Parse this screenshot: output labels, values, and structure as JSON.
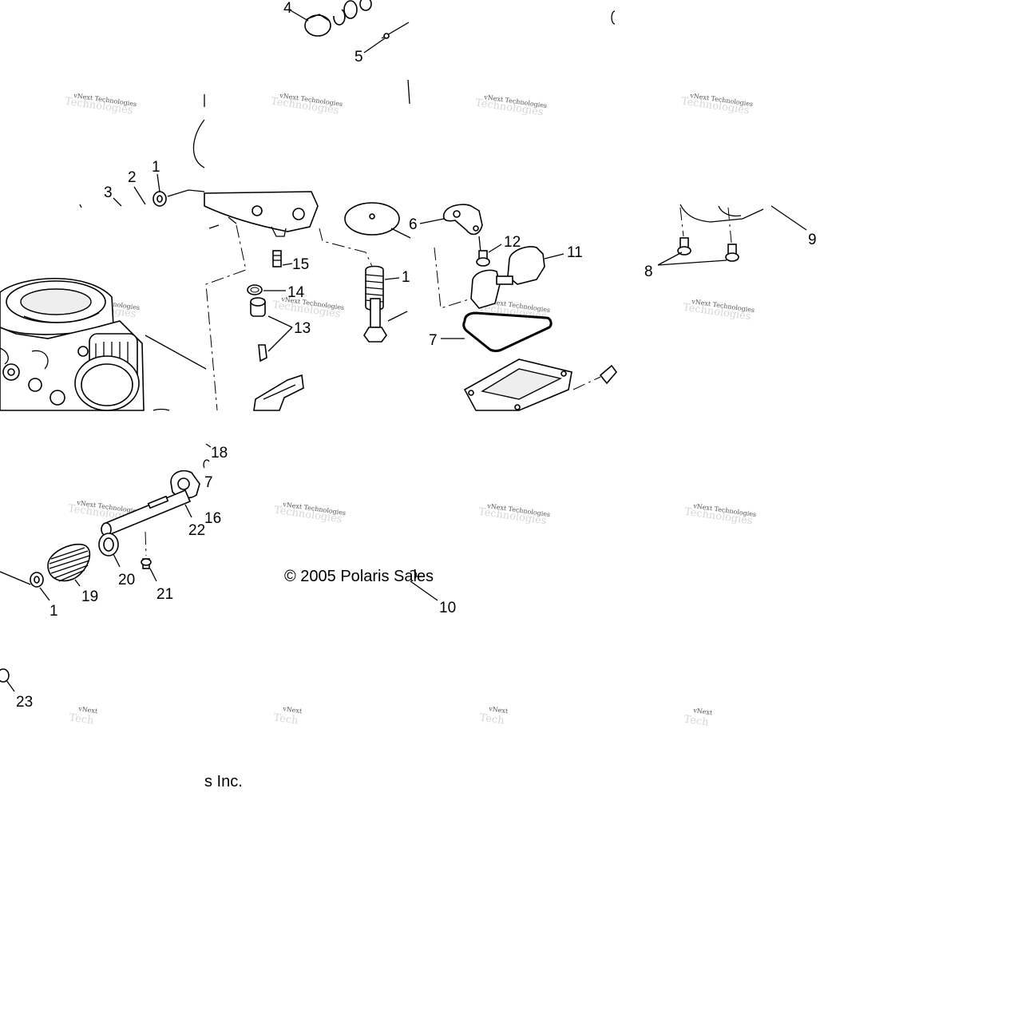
{
  "copyright_line1": "© 2005 Polaris Sales",
  "copyright_line2": "s Inc.",
  "watermark_text": "vNext Technologies",
  "watermark_short": "vNext",
  "callouts": {
    "c4": "4",
    "c5": "5",
    "c2": "2",
    "c1a": "1",
    "c3": "3",
    "c6": "6",
    "c12": "12",
    "c11": "11",
    "c15": "15",
    "c14": "14",
    "c1b": "1",
    "c13": "13",
    "c7a": "7",
    "c9": "9",
    "c8": "8",
    "c18": "18",
    "c7b": "7",
    "c16": "16",
    "c22": "22",
    "c20": "20",
    "c19": "19",
    "c21": "21",
    "c1c": "1",
    "c10": "10",
    "c23": "23"
  }
}
